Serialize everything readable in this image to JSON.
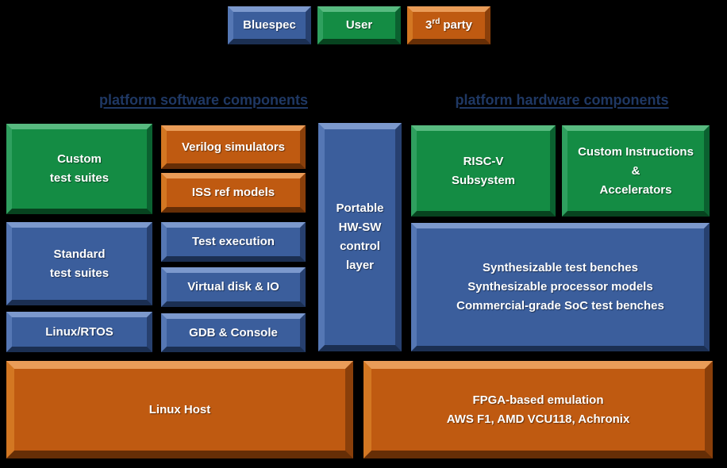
{
  "colors": {
    "background": "#000000",
    "blue": "#3B5E9C",
    "blue-light": "#7C99CD",
    "blue-mid": "#5577B4",
    "blue-dark": "#27406F",
    "blue-darker": "#1B2F52",
    "green": "#148C44",
    "green-light": "#58BA80",
    "green-mid": "#2FA05F",
    "green-dark": "#0B6130",
    "green-darker": "#07431F",
    "orange": "#BF5A11",
    "orange-light": "#E99C58",
    "orange-mid": "#D37722",
    "orange-dark": "#8A3F0A",
    "orange-darker": "#662E06",
    "heading": "#1F3864",
    "label": "#FFFFFF"
  },
  "legend": {
    "bluespec": "Bluespec",
    "user": "User",
    "third_party": {
      "prefix": "3",
      "sup": "rd",
      "suffix": "party"
    }
  },
  "headings": {
    "software": "platform software components",
    "hardware": "platform hardware components"
  },
  "boxes": {
    "custom_test_suites": "Custom\ntest suites",
    "verilog_simulators": "Verilog simulators",
    "iss_ref_models": "ISS ref models",
    "standard_test_suites": "Standard\ntest suites",
    "test_execution": "Test execution",
    "virtual_disk_io": "Virtual disk & IO",
    "linux_rtos": "Linux/RTOS",
    "gdb_console": "GDB & Console",
    "portable_hw_sw": "Portable\nHW-SW\ncontrol layer",
    "riscv_subsystem": "RISC-V\nSubsystem",
    "custom_instructions": "Custom Instructions\n&\nAccelerators",
    "synthesizable": "Synthesizable test benches\nSynthesizable processor models\nCommercial-grade SoC test benches",
    "linux_host": "Linux Host",
    "fpga_emulation": "FPGA-based emulation\nAWS F1, AMD VCU118, Achronix"
  }
}
